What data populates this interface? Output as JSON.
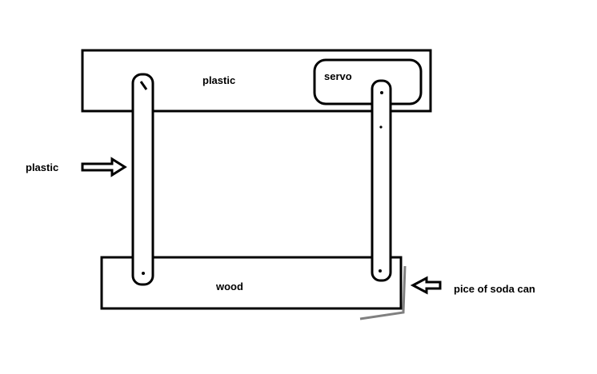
{
  "labels": {
    "top_plate": "plastic",
    "servo": "servo",
    "left_arrow": "plastic",
    "bottom_plate": "wood",
    "right_arrow": "pice of soda can"
  },
  "colors": {
    "stroke": "#000000",
    "background": "#ffffff",
    "soda_can": "#808080"
  }
}
